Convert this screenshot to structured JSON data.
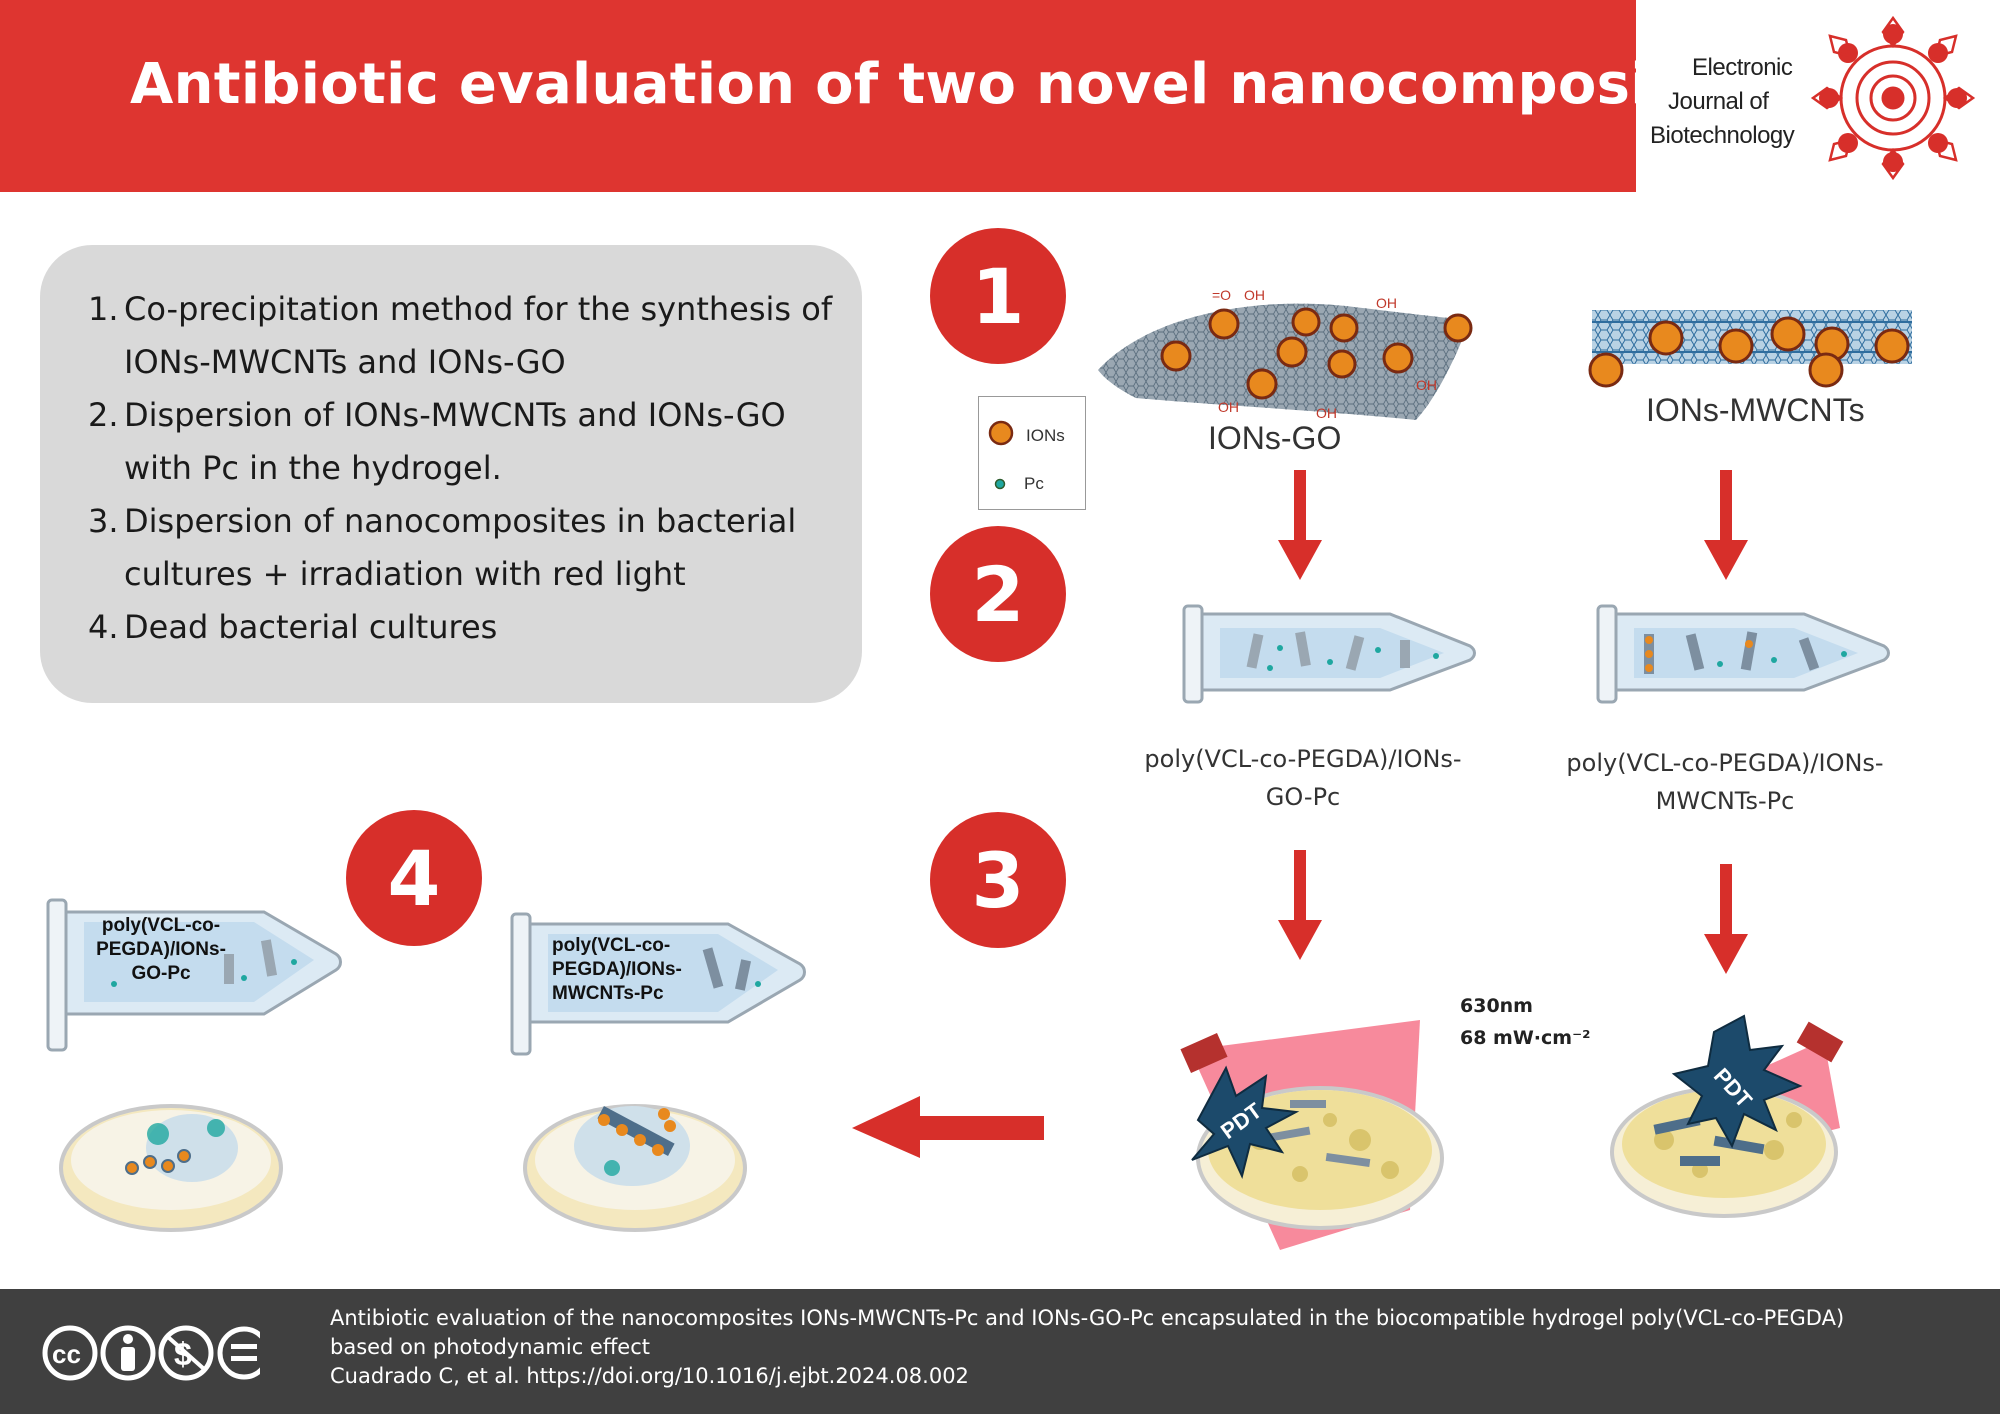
{
  "header": {
    "title": "Antibiotic evaluation of two novel nanocomposites"
  },
  "logo": {
    "line1": "Electronic",
    "line2": "Journal of",
    "line3": "Biotechnology"
  },
  "steps": [
    {
      "num": "1.",
      "text": "Co-precipitation method for the synthesis of IONs-MWCNTs and IONs-GO"
    },
    {
      "num": "2.",
      "text": "Dispersion of IONs-MWCNTs and IONs-GO with Pc in the hydrogel."
    },
    {
      "num": "3.",
      "text": "Dispersion of nanocomposites in bacterial cultures + irradiation with red light"
    },
    {
      "num": "4.",
      "text": "Dead bacterial cultures"
    }
  ],
  "badges": {
    "one": "1",
    "two": "2",
    "three": "3",
    "four": "4"
  },
  "legend": {
    "ions": "IONs",
    "pc": "Pc"
  },
  "materials": {
    "go": "IONs-GO",
    "mwcnt": "IONs-MWCNTs"
  },
  "go_tube_label": {
    "line1": "poly(VCL-co-PEGDA)/IONs-",
    "line2": "GO-Pc"
  },
  "mwcnt_tube_label": {
    "line1": "poly(VCL-co-PEGDA)/IONs-",
    "line2": "MWCNTs-Pc"
  },
  "light": {
    "wavelength": "630nm",
    "power": "68 mW·cm⁻²"
  },
  "pdt_label": "PDT",
  "result_tubes": {
    "go": {
      "line1": "poly(VCL-co-",
      "line2": "PEGDA)/IONs-",
      "line3": "GO-Pc"
    },
    "mwcnt": {
      "line1": "poly(VCL-co-",
      "line2": "PEGDA)/IONs-",
      "line3": "MWCNTs-Pc"
    }
  },
  "footer": {
    "line1": "Antibiotic evaluation of the nanocomposites IONs-MWCNTs-Pc and IONs-GO-Pc encapsulated in the biocompatible hydrogel poly(VCL-co-PEGDA)",
    "line2": "based on photodynamic effect",
    "line3": "Cuadrado C, et al. https://doi.org/10.1016/j.ejbt.2024.08.002"
  },
  "colors": {
    "header_red": "#de3530",
    "badge_red": "#d72f2a",
    "ion_orange": "#e8891e",
    "footer_gray": "#404040",
    "box_gray": "#d9d9d9"
  },
  "icons": [
    "cc-icon",
    "by-icon",
    "nc-icon",
    "nd-icon",
    "logo-mandala-icon",
    "down-arrow-icon",
    "left-arrow-icon",
    "petri-dish-icon",
    "tube-icon",
    "lamp-icon",
    "pdt-burst-icon"
  ]
}
